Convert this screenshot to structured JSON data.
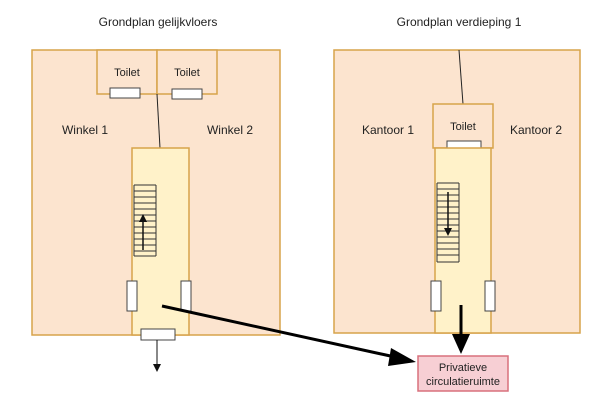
{
  "colors": {
    "room_fill": "#fce4cf",
    "room_stroke": "#d7a34a",
    "circulation_fill": "#fff2c9",
    "callout_fill": "#f7cfd4",
    "callout_stroke": "#d9707d",
    "line": "#111111"
  },
  "ground_floor": {
    "title": "Grondplan gelijkvloers",
    "toilet_left": "Toilet",
    "toilet_right": "Toilet",
    "shop_left": "Winkel 1",
    "shop_right": "Winkel 2"
  },
  "first_floor": {
    "title": "Grondplan verdieping 1",
    "toilet": "Toilet",
    "office_left": "Kantoor 1",
    "office_right": "Kantoor 2"
  },
  "callout": {
    "line1": "Privatieve",
    "line2": "circulatieruimte"
  }
}
